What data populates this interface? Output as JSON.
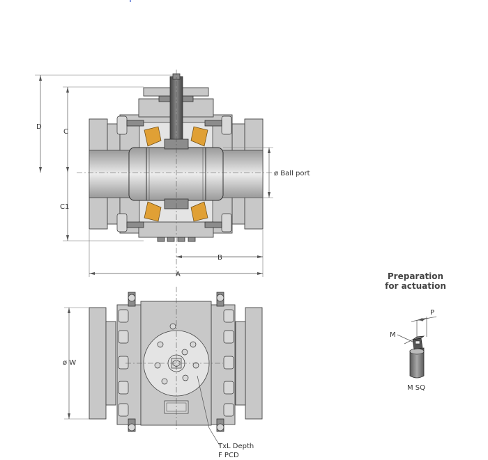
{
  "labels": {
    "D": "D",
    "C": "C",
    "C1": "C1",
    "ball_port": "ø Ball port",
    "B": "B",
    "A": "A",
    "W": "ø W",
    "txl_depth": "TxL Depth",
    "f_pcd": "F PCD",
    "prep_line1": "Preparation",
    "prep_line2": "for actuation",
    "P": "P",
    "M": "M",
    "M_SQ": "M SQ"
  },
  "colors": {
    "seat": "#e0a035",
    "body": "#c8c8c8",
    "line": "#444444"
  }
}
